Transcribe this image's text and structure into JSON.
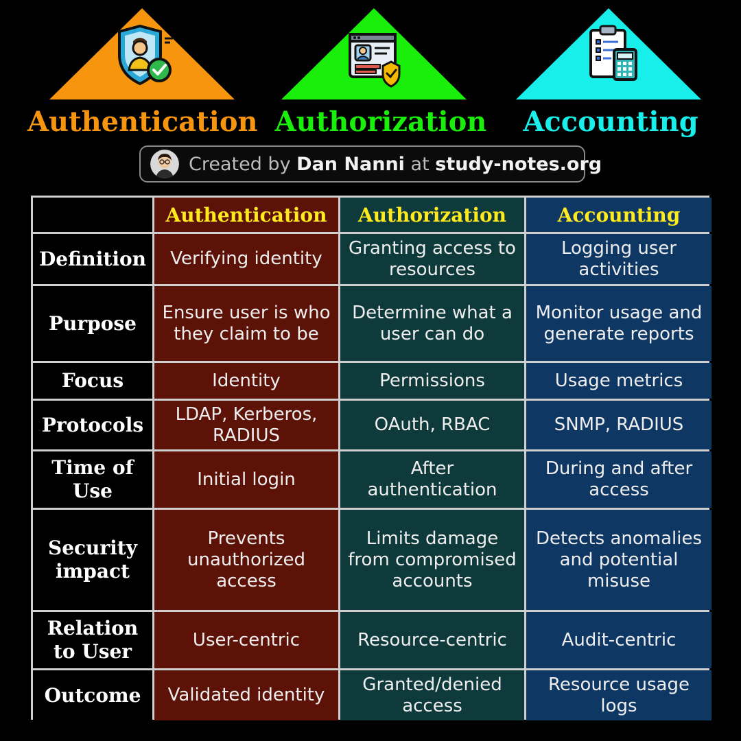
{
  "header": {
    "columns": [
      {
        "title": "Authentication",
        "icon": "shield-user-check-icon",
        "color": "#f7960e"
      },
      {
        "title": "Authorization",
        "icon": "id-card-shield-icon",
        "color": "#1aee0b"
      },
      {
        "title": "Accounting",
        "icon": "clipboard-calculator-icon",
        "color": "#18efea"
      }
    ]
  },
  "credit": {
    "prefix": "Created by",
    "author": "Dan Nanni",
    "middle": "at",
    "site": "study-notes.org"
  },
  "table": {
    "columns": [
      "Authentication",
      "Authorization",
      "Accounting"
    ],
    "header_color": "#ffea1f",
    "column_colors": [
      "#5c1207",
      "#0f3a3c",
      "#0f3763"
    ],
    "rows": [
      {
        "label": "Definition",
        "cells": [
          "Verifying identity",
          "Granting access to resources",
          "Logging user activities"
        ]
      },
      {
        "label": "Purpose",
        "cells": [
          "Ensure user is who they claim to be",
          "Determine what a user can do",
          "Monitor usage and generate reports"
        ]
      },
      {
        "label": "Focus",
        "cells": [
          "Identity",
          "Permissions",
          "Usage metrics"
        ]
      },
      {
        "label": "Protocols",
        "cells": [
          "LDAP, Kerberos, RADIUS",
          "OAuth, RBAC",
          "SNMP, RADIUS"
        ]
      },
      {
        "label": "Time of Use",
        "cells": [
          "Initial login",
          "After authentication",
          "During and after access"
        ]
      },
      {
        "label": "Security impact",
        "cells": [
          "Prevents unauthorized access",
          "Limits damage from compromised accounts",
          "Detects anomalies and potential misuse"
        ]
      },
      {
        "label": "Relation to User",
        "cells": [
          "User-centric",
          "Resource-centric",
          "Audit-centric"
        ]
      },
      {
        "label": "Outcome",
        "cells": [
          "Validated identity",
          "Granted/denied access",
          "Resource usage logs"
        ]
      }
    ]
  }
}
